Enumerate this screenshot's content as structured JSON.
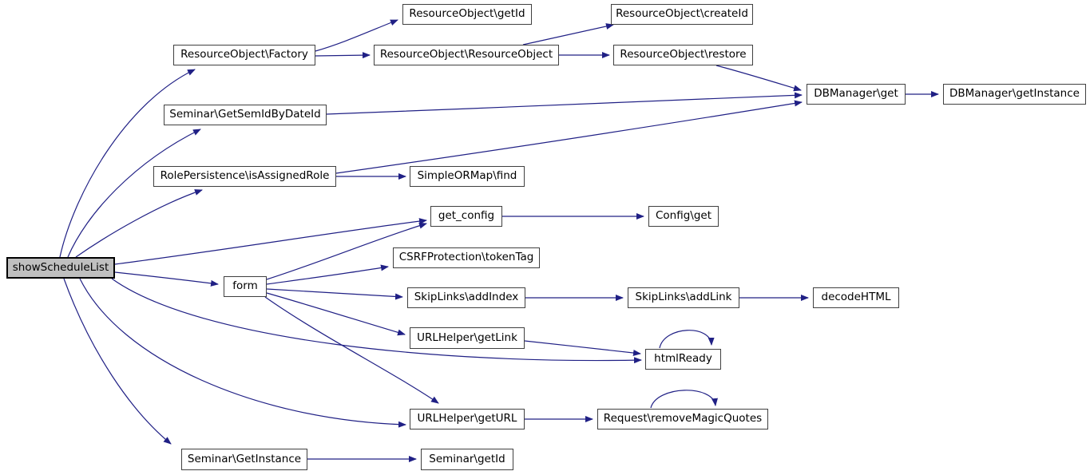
{
  "graph": {
    "type": "call-graph",
    "root": "showScheduleList",
    "edges": [
      {
        "from": "showScheduleList",
        "to": "resourceFactory"
      },
      {
        "from": "showScheduleList",
        "to": "getSemIdByDateId"
      },
      {
        "from": "showScheduleList",
        "to": "isAssignedRole"
      },
      {
        "from": "showScheduleList",
        "to": "getConfig"
      },
      {
        "from": "showScheduleList",
        "to": "form"
      },
      {
        "from": "showScheduleList",
        "to": "htmlReady"
      },
      {
        "from": "showScheduleList",
        "to": "urlGetURL"
      },
      {
        "from": "showScheduleList",
        "to": "seminarGetInstance"
      },
      {
        "from": "resourceFactory",
        "to": "resourceGetId"
      },
      {
        "from": "resourceFactory",
        "to": "resourceConstructor"
      },
      {
        "from": "resourceConstructor",
        "to": "resourceCreateId"
      },
      {
        "from": "resourceConstructor",
        "to": "resourceRestore"
      },
      {
        "from": "resourceRestore",
        "to": "dbGet"
      },
      {
        "from": "getSemIdByDateId",
        "to": "dbGet"
      },
      {
        "from": "isAssignedRole",
        "to": "dbGet"
      },
      {
        "from": "isAssignedRole",
        "to": "simpleOrmapFind"
      },
      {
        "from": "dbGet",
        "to": "dbGetInstance"
      },
      {
        "from": "getConfig",
        "to": "configGet"
      },
      {
        "from": "form",
        "to": "getConfig"
      },
      {
        "from": "form",
        "to": "csrfTokenTag"
      },
      {
        "from": "form",
        "to": "skipLinksAddIndex"
      },
      {
        "from": "form",
        "to": "urlGetLink"
      },
      {
        "from": "form",
        "to": "urlGetURL"
      },
      {
        "from": "skipLinksAddIndex",
        "to": "skipLinksAddLink"
      },
      {
        "from": "skipLinksAddLink",
        "to": "decodeHTML"
      },
      {
        "from": "urlGetLink",
        "to": "htmlReady"
      },
      {
        "from": "htmlReady",
        "to": "htmlReady"
      },
      {
        "from": "urlGetURL",
        "to": "removeMagicQuotes"
      },
      {
        "from": "removeMagicQuotes",
        "to": "removeMagicQuotes"
      },
      {
        "from": "seminarGetInstance",
        "to": "seminarGetId"
      }
    ]
  },
  "nodes": {
    "showScheduleList": {
      "label": "showScheduleList"
    },
    "resourceFactory": {
      "label": "ResourceObject\\Factory"
    },
    "resourceGetId": {
      "label": "ResourceObject\\getId"
    },
    "resourceConstructor": {
      "label": "ResourceObject\\ResourceObject"
    },
    "resourceCreateId": {
      "label": "ResourceObject\\createId"
    },
    "resourceRestore": {
      "label": "ResourceObject\\restore"
    },
    "dbGet": {
      "label": "DBManager\\get"
    },
    "dbGetInstance": {
      "label": "DBManager\\getInstance"
    },
    "getSemIdByDateId": {
      "label": "Seminar\\GetSemIdByDateId"
    },
    "isAssignedRole": {
      "label": "RolePersistence\\isAssignedRole"
    },
    "simpleOrmapFind": {
      "label": "SimpleORMap\\find"
    },
    "getConfig": {
      "label": "get_config"
    },
    "configGet": {
      "label": "Config\\get"
    },
    "csrfTokenTag": {
      "label": "CSRFProtection\\tokenTag"
    },
    "form": {
      "label": "form"
    },
    "skipLinksAddIndex": {
      "label": "SkipLinks\\addIndex"
    },
    "skipLinksAddLink": {
      "label": "SkipLinks\\addLink"
    },
    "decodeHTML": {
      "label": "decodeHTML"
    },
    "urlGetLink": {
      "label": "URLHelper\\getLink"
    },
    "htmlReady": {
      "label": "htmlReady"
    },
    "urlGetURL": {
      "label": "URLHelper\\getURL"
    },
    "removeMagicQuotes": {
      "label": "Request\\removeMagicQuotes"
    },
    "seminarGetInstance": {
      "label": "Seminar\\GetInstance"
    },
    "seminarGetId": {
      "label": "Seminar\\getId"
    }
  },
  "colors": {
    "edge": "#202085",
    "node_fill": "#ffffff",
    "node_border": "#404040",
    "root_fill": "#bfbfbf",
    "root_border": "#000000",
    "text": "#000000",
    "background": "#ffffff"
  }
}
